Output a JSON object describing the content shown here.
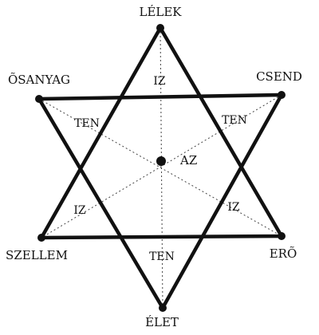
{
  "vertices": {
    "top": "LÉLEK",
    "top_right": "CSEND",
    "bottom_right": "ERÕ",
    "bottom": "ÉLET",
    "bottom_left": "SZELLEM",
    "top_left": "ÕSANYAG"
  },
  "center": "AZ",
  "edge_labels": {
    "upper": "IZ",
    "upper_left": "TEN",
    "upper_right": "TEN",
    "lower_left": "IZ",
    "lower_right": "IZ",
    "lower": "TEN"
  },
  "colors": {
    "ink": "#111111",
    "background": "#ffffff"
  }
}
